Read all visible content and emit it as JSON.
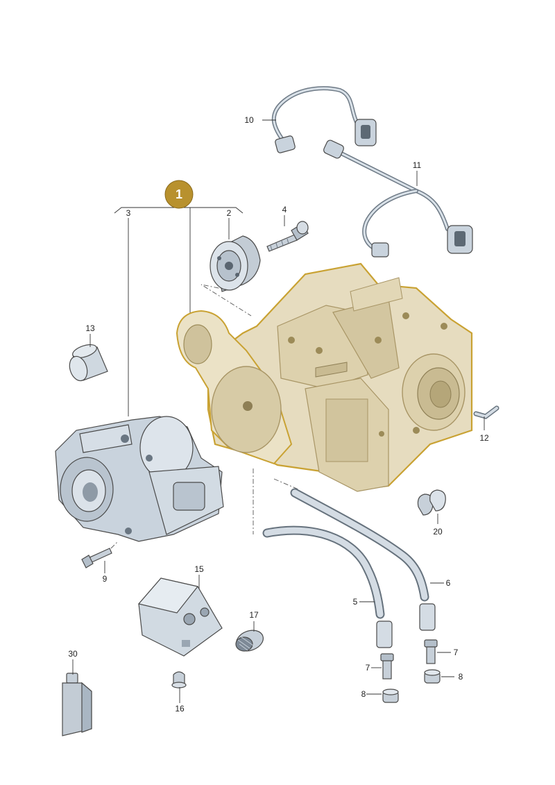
{
  "assembly_badge": "1",
  "callouts": [
    "2",
    "3",
    "4",
    "5",
    "6",
    "7",
    "7",
    "8",
    "8",
    "9",
    "10",
    "11",
    "12",
    "13",
    "15",
    "16",
    "17",
    "20",
    "30"
  ],
  "colors": {
    "badge": "#b8912e",
    "housing_fill": "#e6dcbf",
    "housing_outline": "#c9a233",
    "part_fill": "#d4dde6",
    "part_shadow": "#a9b6c3"
  }
}
